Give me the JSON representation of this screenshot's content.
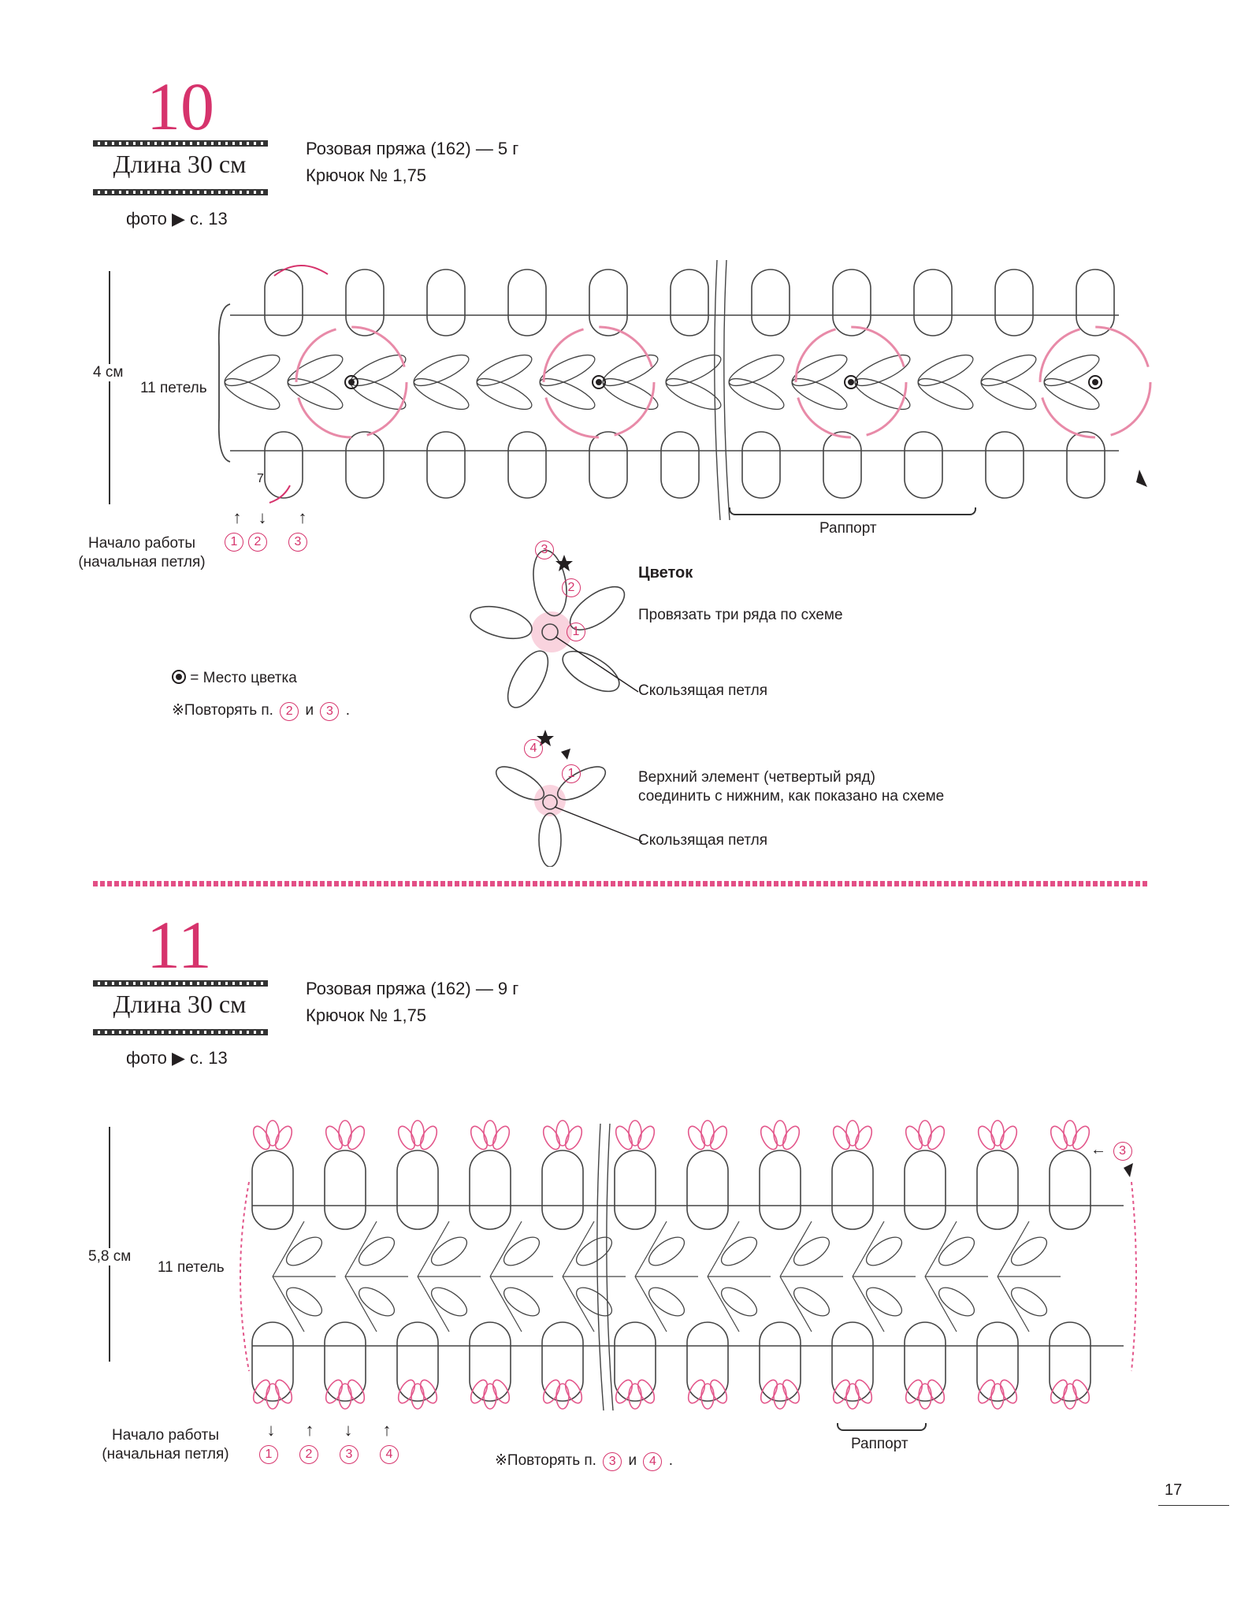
{
  "section10": {
    "number": "10",
    "length": "Длина 30 см",
    "photo_ref": "фото ▶ с. 13",
    "yarn": "Розовая пряжа (162) — 5 г",
    "hook": "Крючок № 1,75",
    "height_label": "4 см",
    "loops_label": "11 петель",
    "start_line1": "Начало работы",
    "start_line2": "(начальная петля)",
    "row_markers": [
      "1",
      "2",
      "3"
    ],
    "chain_count": "7",
    "repeat_label": "Раппорт",
    "flower_title": "Цветок",
    "flower_instr": "Провязать три ряда по схеме",
    "slip_loop": "Скользящая петля",
    "flower_mark_legend": "= Место цветка",
    "repeat_note_prefix": "※Повторять п.",
    "repeat_note_mid": "и",
    "repeat_note_end": ".",
    "repeat_rows": [
      "2",
      "3"
    ],
    "top_elem_line1": "Верхний элемент (четвертый ряд)",
    "top_elem_line2": "соединить с нижним, как показано на схеме",
    "slip_loop2": "Скользящая петля",
    "flower_rows": [
      "1",
      "2",
      "3"
    ],
    "top_rows": [
      "4",
      "1"
    ]
  },
  "section11": {
    "number": "11",
    "length": "Длина 30 см",
    "photo_ref": "фото ▶ с. 13",
    "yarn": "Розовая пряжа (162) — 9 г",
    "hook": "Крючок № 1,75",
    "height_label": "5,8 см",
    "loops_label": "11 петель",
    "start_line1": "Начало работы",
    "start_line2": "(начальная петля)",
    "row_markers": [
      "1",
      "2",
      "3",
      "4"
    ],
    "repeat_label": "Раппорт",
    "repeat_note_prefix": "※Повторять п.",
    "repeat_note_mid": "и",
    "repeat_note_end": ".",
    "repeat_rows": [
      "3",
      "4"
    ],
    "top_marker": "3"
  },
  "page_number": "17",
  "colors": {
    "accent": "#d6336c",
    "ink": "#231f20",
    "pink_light": "#f2a7bd"
  }
}
